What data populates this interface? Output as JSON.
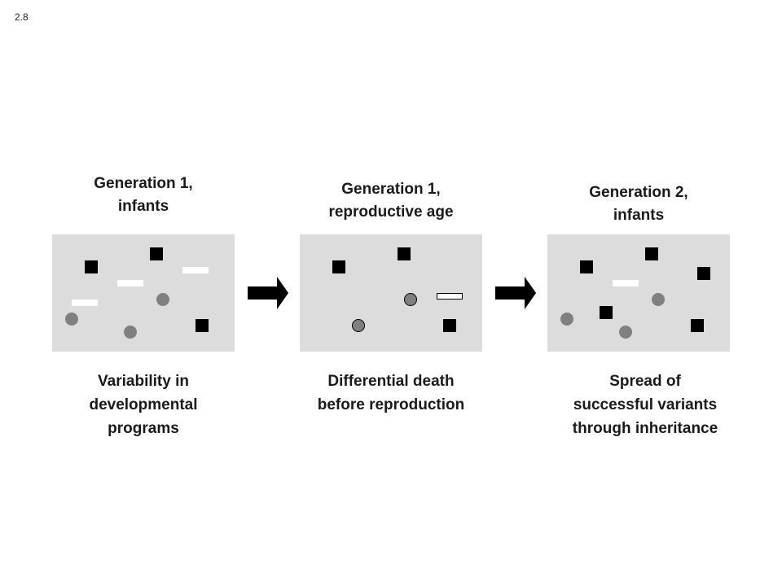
{
  "slide_number": "2.8",
  "colors": {
    "panel_background": "#dcdcdc",
    "square": "#000000",
    "dot": "#808080",
    "bar": "#ffffff",
    "arrow": "#000000"
  },
  "stages": [
    {
      "title": "Generation 1,\ninfants",
      "caption": "Variability in\ndevelopmental\nprograms"
    },
    {
      "title": "Generation 1,\nreproductive age",
      "caption": "Differential death\nbefore reproduction"
    },
    {
      "title": "Generation 2,\ninfants",
      "caption": "Spread of\nsuccessful variants\nthrough inheritance"
    }
  ],
  "arrows": [
    "right-arrow-icon",
    "right-arrow-icon"
  ]
}
